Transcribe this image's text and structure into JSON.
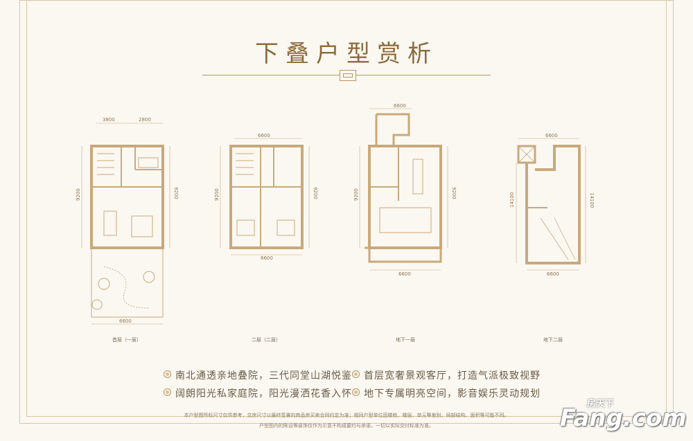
{
  "page": {
    "title": "下叠户型赏析"
  },
  "plans": [
    {
      "id": "floor1",
      "caption": "首层（一层）",
      "dims": {
        "top_left": "3800",
        "top_right": "2800",
        "left": "9200",
        "right": "9200",
        "bottom": "6600"
      }
    },
    {
      "id": "floor2",
      "caption": "二层（二层）",
      "dims": {
        "top": "6600",
        "left": "9200",
        "right": "9200",
        "bottom": "6600"
      }
    },
    {
      "id": "basement1",
      "caption": "地下一层",
      "dims": {
        "top": "6600",
        "left": "9200",
        "right": "9200",
        "bottom": "6600"
      }
    },
    {
      "id": "basement2",
      "caption": "地下二层",
      "dims": {
        "top": "6600",
        "left": "14100",
        "right": "14100",
        "bottom": "6600"
      }
    }
  ],
  "features": [
    "南北通透亲地叠院，三代同堂山湖悦鉴",
    "首层宽奢景观客厅，打造气派极致视野",
    "阔朗阳光私家庭院，阳光漫洒花香入怀",
    "地下专属明亮空间，影音娱乐灵动规划"
  ],
  "disclaimer": {
    "line1": "本户型图所标尺寸仅供参考，交房尺寸以最终签署的商品房买卖合同约定为准；相同户型单位因楼栋、楼层、单元等差别，局部结构、面积等可能不同。",
    "line2": "户型图内的陈设等装饰仅作为示意不构成要约与承诺，一切以实际交付标准为准。"
  },
  "watermark": {
    "sub": "房天下",
    "main": "Fang.com"
  },
  "colors": {
    "gold": "#b9935b",
    "title": "#8c6a3a",
    "wall": "#c8a97a",
    "background": "#fbf8f2"
  }
}
